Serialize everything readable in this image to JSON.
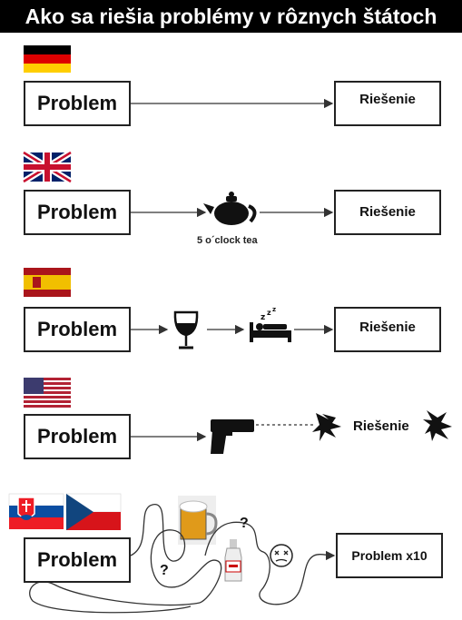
{
  "title": "Ako sa riešia problémy v rôznych štátoch",
  "rows": [
    {
      "country_flag": "germany-flag",
      "problem": "Problem",
      "solution": "Riešenie"
    },
    {
      "country_flag": "uk-flag",
      "problem": "Problem",
      "step_label": "5 o´clock tea",
      "solution": "Riešenie"
    },
    {
      "country_flag": "spain-flag",
      "problem": "Problem",
      "solution": "Riešenie"
    },
    {
      "country_flag": "usa-flag",
      "problem": "Problem",
      "solution": "Riešenie"
    },
    {
      "country_flag": "slovakia-czech-flags",
      "problem": "Problem",
      "question_1": "?",
      "question_2": "?",
      "solution": "Problem x10"
    }
  ]
}
